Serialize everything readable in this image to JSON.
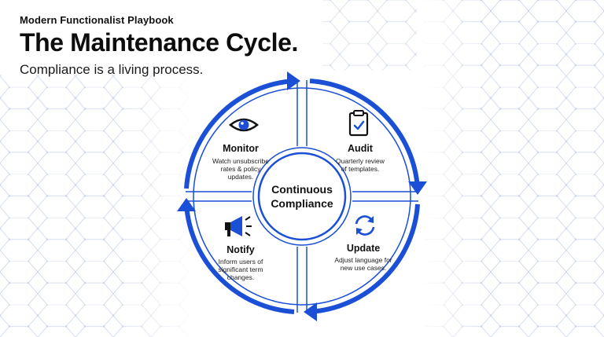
{
  "header": {
    "kicker": "Modern Functionalist Playbook",
    "title": "The Maintenance Cycle.",
    "subtitle": "Compliance is a living process."
  },
  "center": {
    "line1": "Continuous",
    "line2": "Compliance"
  },
  "quadrants": [
    {
      "key": "monitor",
      "icon": "eye-icon",
      "title": "Monitor",
      "lines": [
        "Watch unsubscribe",
        "rates & policy",
        "updates."
      ]
    },
    {
      "key": "audit",
      "icon": "clipboard-check-icon",
      "title": "Audit",
      "lines": [
        "Quarterly review",
        "of templates."
      ]
    },
    {
      "key": "update",
      "icon": "refresh-icon",
      "title": "Update",
      "lines": [
        "Adjust language for",
        "new use cases."
      ]
    },
    {
      "key": "notify",
      "icon": "megaphone-icon",
      "title": "Notify",
      "lines": [
        "Inform users of",
        "significant term",
        "changes."
      ]
    }
  ],
  "colors": {
    "accent": "#1a4fd6",
    "text": "#111111",
    "pattern": "#c9d4ec"
  }
}
